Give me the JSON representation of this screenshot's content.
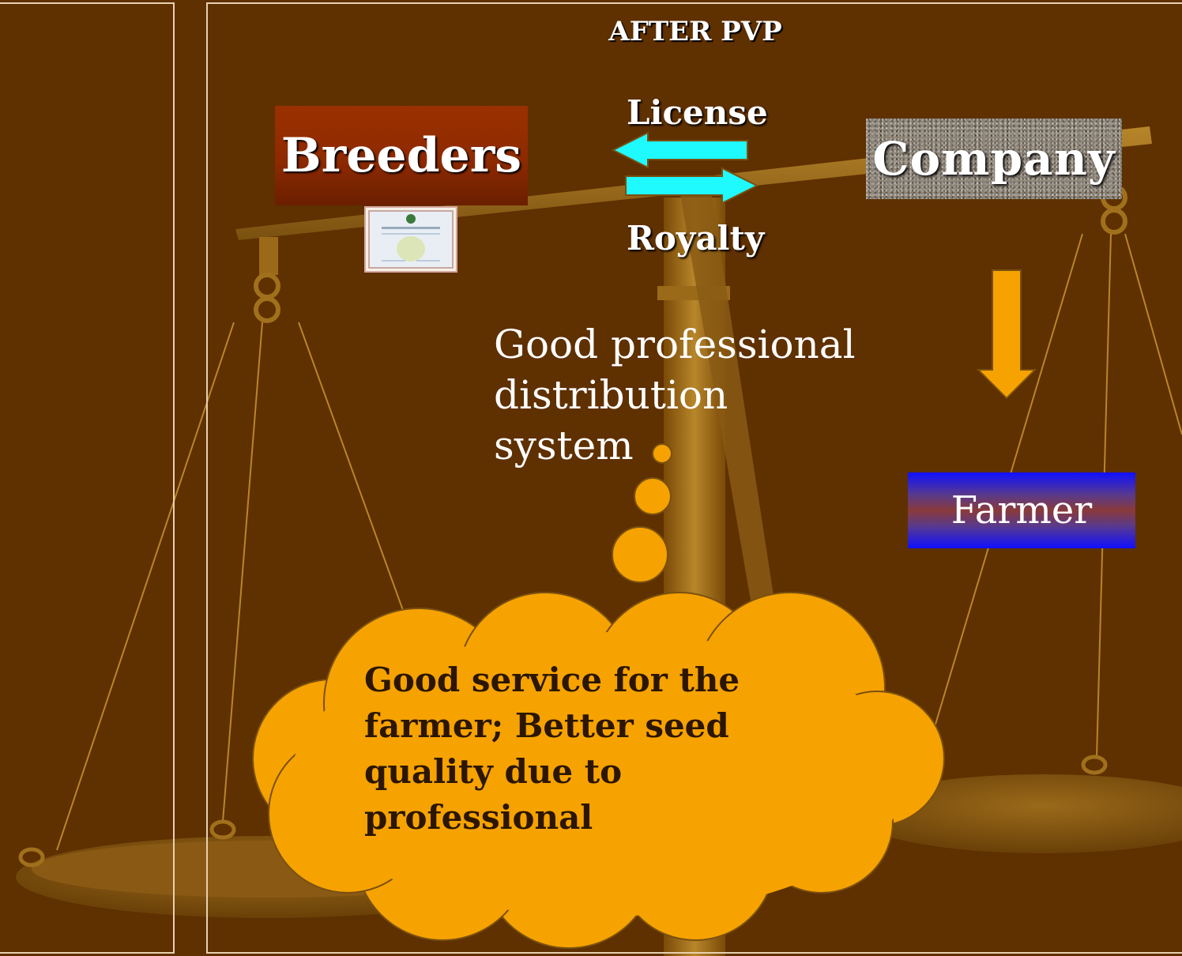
{
  "title": "AFTER PVP",
  "breeders": "Breeders",
  "company": "Company",
  "license": "License",
  "royalty": "Royalty",
  "farmer": "Farmer",
  "distribution": "Good professional distribution system",
  "cloud_text": "Good service for the farmer; Better seed quality due to professional",
  "colors": {
    "background": "#5f3000",
    "arrow_cyan": "#1ffaff",
    "arrow_orange": "#f6a200",
    "cloud": "#f6a200",
    "farmer_box": "#1010ff"
  }
}
